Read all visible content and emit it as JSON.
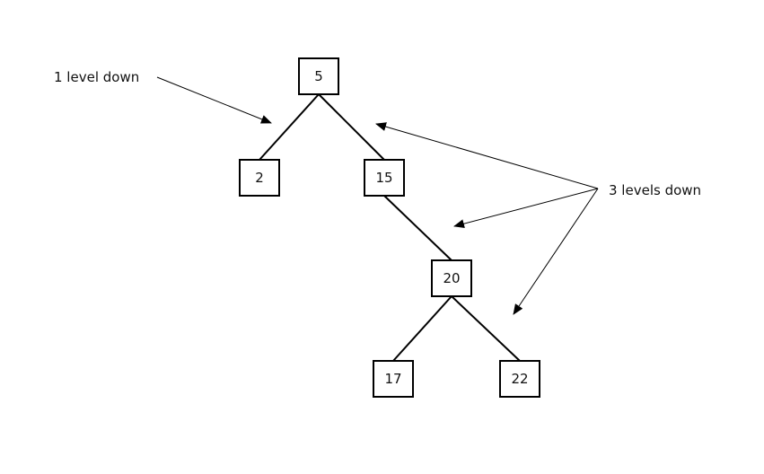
{
  "tree": {
    "nodes": [
      {
        "id": "n5",
        "label": "5"
      },
      {
        "id": "n2",
        "label": "2"
      },
      {
        "id": "n15",
        "label": "15"
      },
      {
        "id": "n20",
        "label": "20"
      },
      {
        "id": "n17",
        "label": "17"
      },
      {
        "id": "n22",
        "label": "22"
      }
    ],
    "edges": [
      {
        "from": "n5",
        "to": "n2"
      },
      {
        "from": "n5",
        "to": "n15"
      },
      {
        "from": "n15",
        "to": "n20"
      },
      {
        "from": "n20",
        "to": "n17"
      },
      {
        "from": "n20",
        "to": "n22"
      }
    ]
  },
  "annotations": [
    {
      "id": "one-level",
      "text": "1 level down"
    },
    {
      "id": "three-levels",
      "text": "3 levels down"
    }
  ],
  "colors": {
    "stroke": "#000000",
    "text": "#111111",
    "background": "#ffffff"
  }
}
